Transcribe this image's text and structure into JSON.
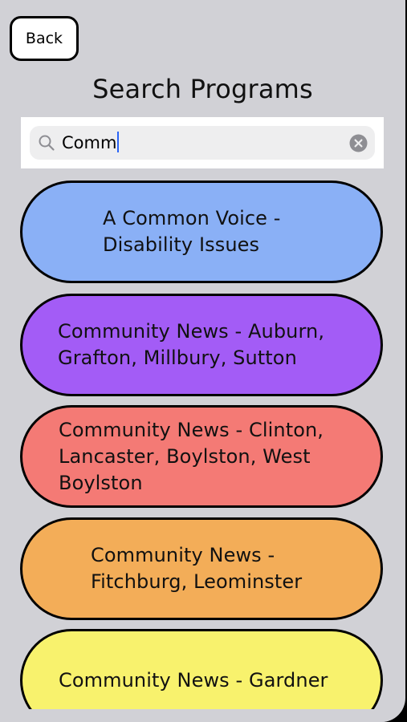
{
  "header": {
    "back_label": "Back",
    "title": "Search Programs"
  },
  "search": {
    "value": "Comm",
    "icon": "magnifying-glass",
    "clear_icon": "x-circle"
  },
  "results": [
    {
      "label": "A Common Voice - Disability Issues",
      "color": "#8ab0f6"
    },
    {
      "label": "Community News - Auburn, Grafton, Millbury, Sutton",
      "color": "#a35cf6"
    },
    {
      "label": "Community News - Clinton, Lancaster, Boylston, West Boylston",
      "color": "#f47a75"
    },
    {
      "label": "Community News - Fitchburg, Leominster",
      "color": "#f3ad58"
    },
    {
      "label": "Community News - Gardner",
      "color": "#f8f26d"
    }
  ],
  "colors": {
    "background": "#d1d1d6",
    "caret": "#2a64f6"
  }
}
